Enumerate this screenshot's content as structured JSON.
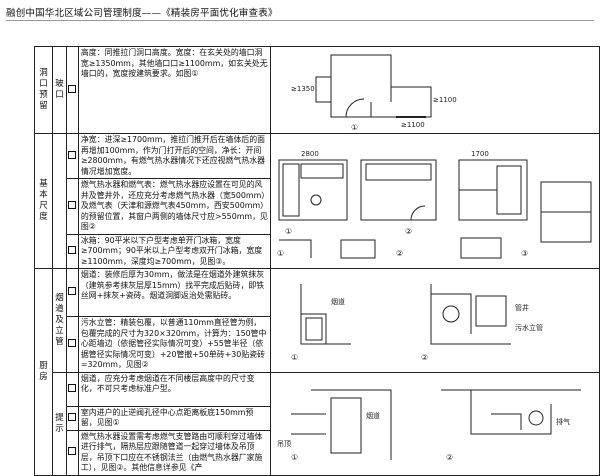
{
  "header": {
    "title": "融创中国华北区域公司管理制度——《精装房平面优化审查表》"
  },
  "rows": [
    {
      "cat1": "洞口预留",
      "cat2": "玻口",
      "text": "高度：同推拉门洞口高度。宽度：在玄关处的墙口洞宽≥1350mm，其他墙口口≥1100mm，如玄关处无墙口的，宽度按建筑要求。如图①",
      "fig_labels": [
        "①"
      ]
    },
    {
      "cat1": "基本尺度",
      "cat2": "",
      "text": "净宽：进深≥1700mm，推拉门推开后在墙体后的面再增加100mm，作为门打开后的空间，净长：开间≥2800mm，有燃气热水器情况下还应视燃气热水器情况增加宽度。",
      "fig_labels": [
        "①",
        "②",
        "①",
        "②",
        "③"
      ]
    },
    {
      "cat1": "",
      "cat2": "",
      "text": "燃气热水器和燃气表：燃气热水器应设置在可见的风井及管井外，还应充分考虑燃气热水器（宽500mm）及燃气表（天津和源燃气表450mm，西安500mm）的预留位置，其窗户两侧的墙体尺寸应>550mm，见图②",
      "fig_labels": []
    },
    {
      "cat1": "",
      "cat2": "",
      "text": "冰箱：90平米以下户型考虑单开门冰箱，宽度≥700mm；90平米以上户型考虑双开门冰箱，宽度≥1100mm，深度均≥700mm，见图③。",
      "fig_labels": []
    },
    {
      "cat1": "厨房",
      "cat2": "烟道及立管",
      "text": "烟道：装修后厚为30mm，做法是在烟道外建筑抹灰（建筑参考抹灰层厚15mm）找平完成后贴砖，即铁丝网+抹灰+瓷砖。烟道洞脚返治处需贴砖。",
      "fig_labels": [
        "①",
        "②"
      ]
    },
    {
      "cat1": "",
      "cat2": "",
      "text": "污水立管：精装包覆，以普通110mm直径管为例，包覆完成的尺寸为320×320mm，计算为：150管中心距墙边（依据管径实际情况可变）+55管半径（依据管径实际情况可变）+20管撤+50单砖+30贴瓷砖=320mm，见图②",
      "fig_labels": []
    },
    {
      "cat1": "",
      "cat2": "提示",
      "text": "烟道，应充分考虑烟道在不同楼层高度中的尺寸变化，不可只考虑标准户型。",
      "fig_labels": [
        "①",
        "②"
      ]
    },
    {
      "cat1": "",
      "cat2": "",
      "text": "室内进户的止逆阀孔径中心点距离板底150mm预留，见图①",
      "fig_labels": []
    },
    {
      "cat1": "",
      "cat2": "",
      "text": "燃气热水器设置需考虑燃气支管路由可顺利穿过墙体进行排气，隔热层应跟随管道一起穿过墙体及吊顶层，吊顶下口应在不锈钢法兰（由燃气热水器厂家施工），见图②。其他信息详参见《产",
      "fig_labels": []
    }
  ],
  "figure_annotations": {
    "door_fig": [
      "≥1100",
      "≥1350",
      "≥1100"
    ],
    "kitchen_fig": [
      "2800",
      "1700"
    ],
    "flue_fig": [
      "烟道",
      "管井",
      "污水立管"
    ],
    "hint_fig": [
      "烟道",
      "吊顶",
      "排气"
    ]
  }
}
